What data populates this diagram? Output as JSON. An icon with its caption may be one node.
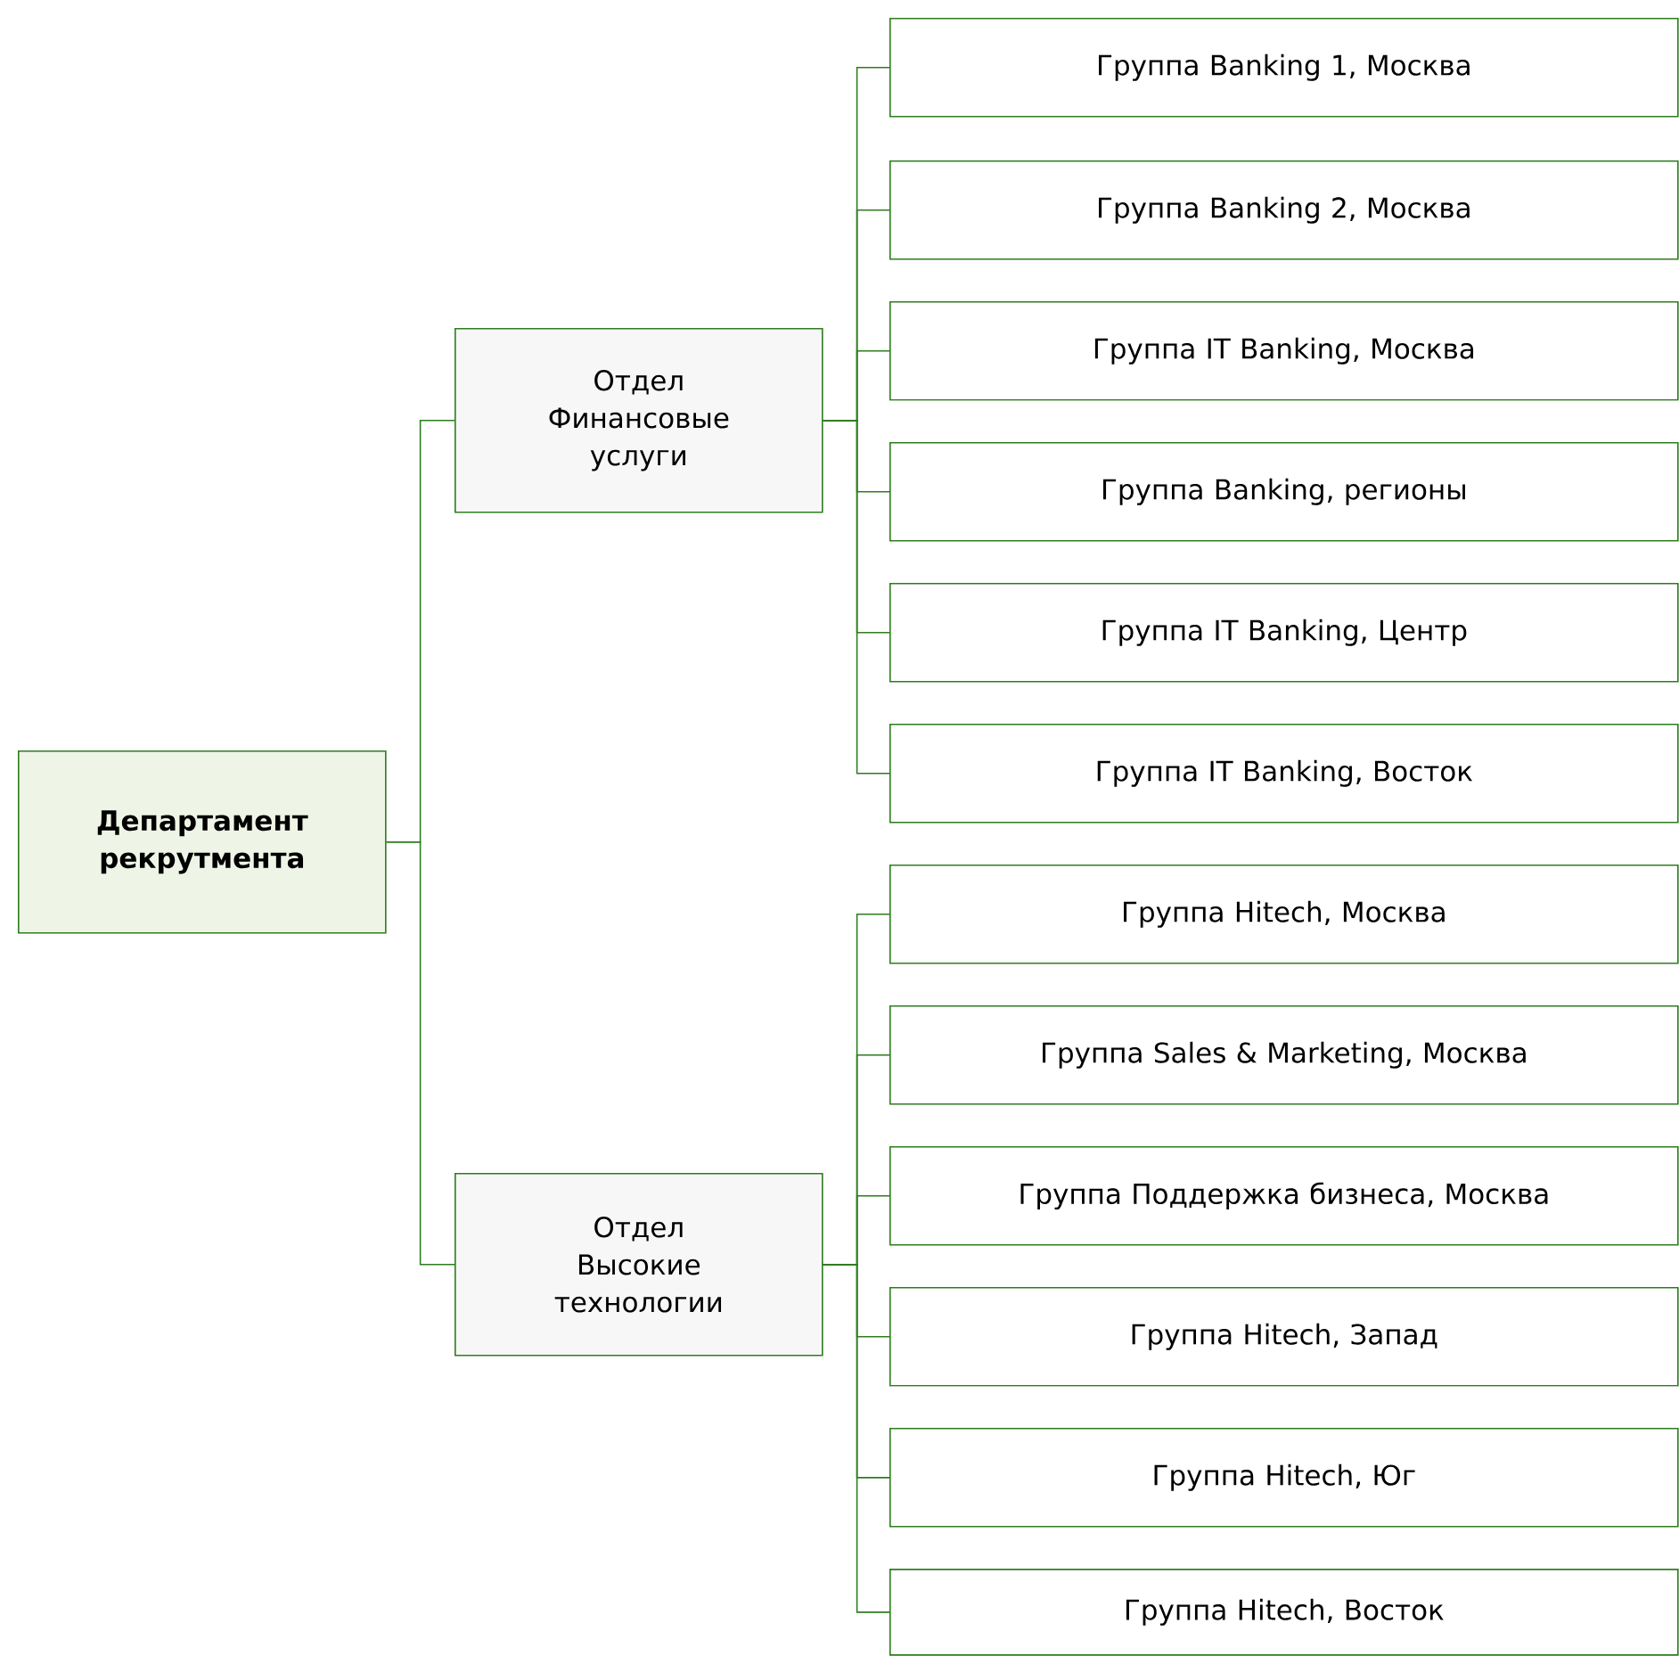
{
  "diagram": {
    "nodes": [
      {
        "text": [
          "Департамент рекрутмента"
        ]
      },
      {
        "text": [
          "Отдел Финансовые услуги"
        ]
      },
      {
        "text": [
          "Отдел Высокие технологии"
        ]
      },
      {
        "text": [
          "Группа Banking 1, Москва"
        ]
      },
      {
        "text": [
          "Группа Banking 2, Москва"
        ]
      },
      {
        "text": [
          "Группа IT Banking, Москва"
        ]
      },
      {
        "text": [
          "Группа Banking, регионы"
        ]
      },
      {
        "text": [
          "Группа IT Banking, Центр"
        ]
      },
      {
        "text": [
          "Группа IT Banking, Восток"
        ]
      },
      {
        "text": [
          "Группа Hitech, Москва"
        ]
      },
      {
        "text": [
          "Группа Sales & Marketing, Москва"
        ]
      },
      {
        "text": [
          "Группа Поддержка бизнеса, Москва"
        ]
      },
      {
        "text": [
          "Группа Hitech, Запад"
        ]
      },
      {
        "text": [
          "Группа Hitech, Юг"
        ]
      },
      {
        "text": [
          "Группа Hitech, Восток"
        ]
      }
    ],
    "edges": [
      {
        "from": 0,
        "to": 1,
        "arrow": "none"
      },
      {
        "from": 0,
        "to": 2,
        "arrow": "none"
      },
      {
        "from": 1,
        "to": 3,
        "arrow": "none"
      },
      {
        "from": 1,
        "to": 4,
        "arrow": "none"
      },
      {
        "from": 1,
        "to": 5,
        "arrow": "none"
      },
      {
        "from": 1,
        "to": 6,
        "arrow": "none"
      },
      {
        "from": 1,
        "to": 7,
        "arrow": "none"
      },
      {
        "from": 1,
        "to": 8,
        "arrow": "none"
      },
      {
        "from": 2,
        "to": 9,
        "arrow": "none"
      },
      {
        "from": 2,
        "to": 10,
        "arrow": "none"
      },
      {
        "from": 2,
        "to": 11,
        "arrow": "none"
      },
      {
        "from": 2,
        "to": 12,
        "arrow": "none"
      },
      {
        "from": 2,
        "to": 13,
        "arrow": "none"
      },
      {
        "from": 2,
        "to": 14,
        "arrow": "none"
      }
    ]
  }
}
